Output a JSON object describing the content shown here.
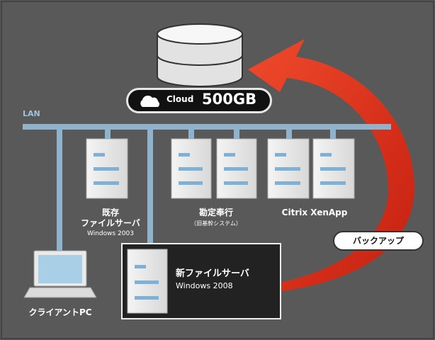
{
  "network": {
    "lan_label": "LAN"
  },
  "cloud": {
    "label": "Cloud",
    "capacity": "500GB"
  },
  "servers": {
    "kison": {
      "label": "既存",
      "label2": "ファイルサーバ",
      "os": "Windows 2003"
    },
    "kanjo": {
      "label": "勘定奉行",
      "sub": "（旧基幹システム）"
    },
    "citrix": {
      "label": "Citrix XenApp"
    },
    "new": {
      "label": "新ファイルサーバ",
      "os": "Windows 2008"
    }
  },
  "client": {
    "label": "クライアントPC"
  },
  "backup": {
    "label": "バックアップ",
    "arrow_color": "#e8321e"
  },
  "colors": {
    "network_line": "#8fb3cc",
    "background": "#595959"
  }
}
